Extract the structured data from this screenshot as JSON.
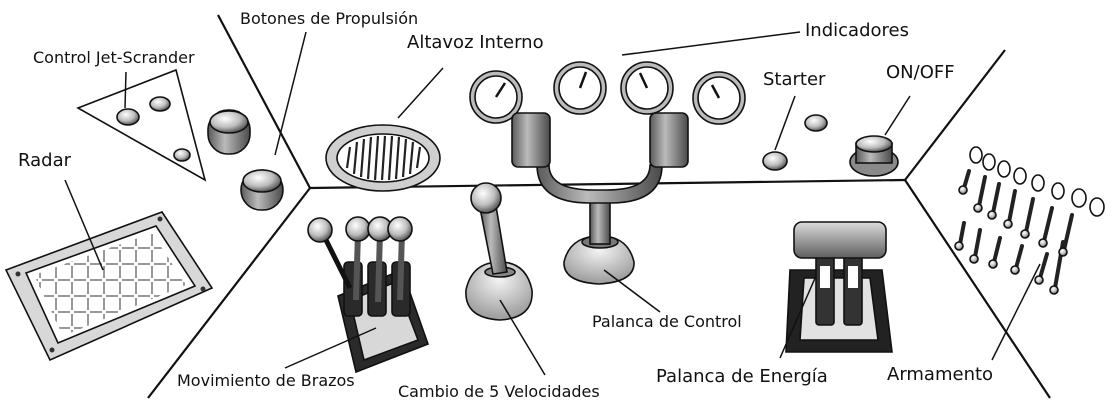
{
  "labels": {
    "propulsion_buttons": "Botones de Propulsión",
    "internal_speaker": "Altavoz Interno",
    "indicators": "Indicadores",
    "jet_scrander_control": "Control Jet-Scrander",
    "starter": "Starter",
    "on_off": "ON/OFF",
    "radar": "Radar",
    "control_lever": "Palanca de Control",
    "arm_movement": "Movimiento de Brazos",
    "five_speed_shift": "Cambio de 5 Velocidades",
    "energy_lever": "Palanca de Energía",
    "weaponry": "Armamento"
  }
}
